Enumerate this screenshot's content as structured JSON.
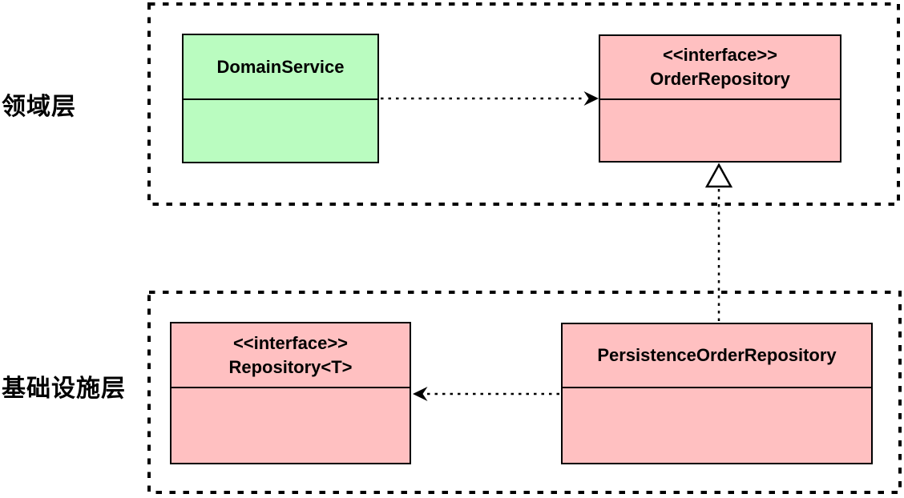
{
  "diagram": {
    "title": "DDD repository layering class diagram",
    "layers": [
      {
        "id": "domain",
        "label": "领域层"
      },
      {
        "id": "infrastructure",
        "label": "基础设施层"
      }
    ],
    "classes": [
      {
        "id": "domain-service",
        "stereotype": "",
        "name": "DomainService",
        "fill": "green",
        "layer": "domain"
      },
      {
        "id": "order-repository",
        "stereotype": "<<interface>>",
        "name": "OrderRepository",
        "fill": "pink",
        "layer": "domain"
      },
      {
        "id": "repository-t",
        "stereotype": "<<interface>>",
        "name": "Repository<T>",
        "fill": "pink",
        "layer": "infrastructure"
      },
      {
        "id": "persistence-order-repository",
        "stereotype": "",
        "name": "PersistenceOrderRepository",
        "fill": "pink",
        "layer": "infrastructure"
      }
    ],
    "relations": [
      {
        "type": "dependency",
        "from": "DomainService",
        "to": "OrderRepository",
        "line": "dotted",
        "arrow": "open"
      },
      {
        "type": "realization",
        "from": "PersistenceOrderRepository",
        "to": "OrderRepository",
        "line": "dotted",
        "arrow": "hollow-triangle"
      },
      {
        "type": "dependency",
        "from": "PersistenceOrderRepository",
        "to": "Repository<T>",
        "line": "dotted",
        "arrow": "open"
      }
    ],
    "colors": {
      "class_green": "#bafcc0",
      "class_pink": "#ffc0c1",
      "stroke": "#000000",
      "background": "#ffffff"
    }
  }
}
